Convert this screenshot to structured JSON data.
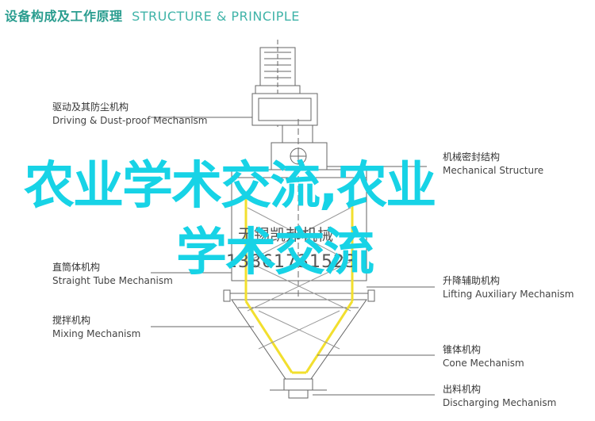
{
  "header": {
    "title_cn": "设备构成及工作原理",
    "title_en": "STRUCTURE & PRINCIPLE"
  },
  "labels": {
    "drive": {
      "cn": "驱动及其防尘机构",
      "en": "Driving & Dust-proof Mechanism"
    },
    "sealing": {
      "cn": "机械密封结构",
      "en": "Mechanical Structure"
    },
    "straight": {
      "cn": "直筒体机构",
      "en": "Straight Tube Mechanism"
    },
    "mixing": {
      "cn": "搅拌机构",
      "en": "Mixing Mechanism"
    },
    "lifting": {
      "cn": "升降辅助机构",
      "en": "Lifting Auxiliary Mechanism"
    },
    "cone": {
      "cn": "锥体机构",
      "en": "Cone Mechanism"
    },
    "discharge": {
      "cn": "出料机构",
      "en": "Discharging Mechanism"
    }
  },
  "overlay": {
    "line1": "农业学术交流,农业",
    "line2": "学术交流"
  },
  "background_text": {
    "name": "无锡凯邦机械",
    "phone": "13861731523"
  },
  "colors": {
    "accent": "#2a9d8f",
    "watermark": "#17d3e6",
    "highlight": "#f2df2e",
    "line": "#666666"
  }
}
